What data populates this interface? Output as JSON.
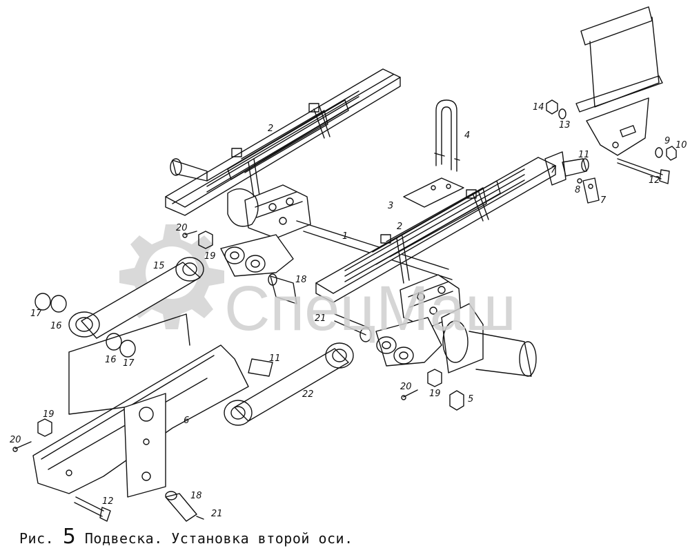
{
  "caption": {
    "prefix": "Рис.",
    "number": "5",
    "text": "Подвеска. Установка второй оси."
  },
  "watermark": {
    "text": "СпецМаш",
    "color": "#cccccc"
  },
  "callouts": [
    {
      "id": "c-2a",
      "label": "2"
    },
    {
      "id": "c-2b",
      "label": "2"
    },
    {
      "id": "c-4",
      "label": "4"
    },
    {
      "id": "c-3",
      "label": "3"
    },
    {
      "id": "c-1",
      "label": "1"
    },
    {
      "id": "c-14",
      "label": "14"
    },
    {
      "id": "c-13",
      "label": "13"
    },
    {
      "id": "c-9",
      "label": "9"
    },
    {
      "id": "c-10",
      "label": "10"
    },
    {
      "id": "c-11a",
      "label": "11"
    },
    {
      "id": "c-7a",
      "label": "7"
    },
    {
      "id": "c-8",
      "label": "8"
    },
    {
      "id": "c-7b",
      "label": "7"
    },
    {
      "id": "c-12a",
      "label": "12"
    },
    {
      "id": "c-20a",
      "label": "20"
    },
    {
      "id": "c-19a",
      "label": "19"
    },
    {
      "id": "c-15",
      "label": "15"
    },
    {
      "id": "c-18a",
      "label": "18"
    },
    {
      "id": "c-21a",
      "label": "21"
    },
    {
      "id": "c-17a",
      "label": "17"
    },
    {
      "id": "c-16a",
      "label": "16"
    },
    {
      "id": "c-16b",
      "label": "16"
    },
    {
      "id": "c-17b",
      "label": "17"
    },
    {
      "id": "c-11b",
      "label": "11"
    },
    {
      "id": "c-22",
      "label": "22"
    },
    {
      "id": "c-20b",
      "label": "20"
    },
    {
      "id": "c-19b",
      "label": "19"
    },
    {
      "id": "c-5",
      "label": "5"
    },
    {
      "id": "c-6",
      "label": "6"
    },
    {
      "id": "c-19c",
      "label": "19"
    },
    {
      "id": "c-20c",
      "label": "20"
    },
    {
      "id": "c-12b",
      "label": "12"
    },
    {
      "id": "c-18b",
      "label": "18"
    },
    {
      "id": "c-21b",
      "label": "21"
    }
  ]
}
